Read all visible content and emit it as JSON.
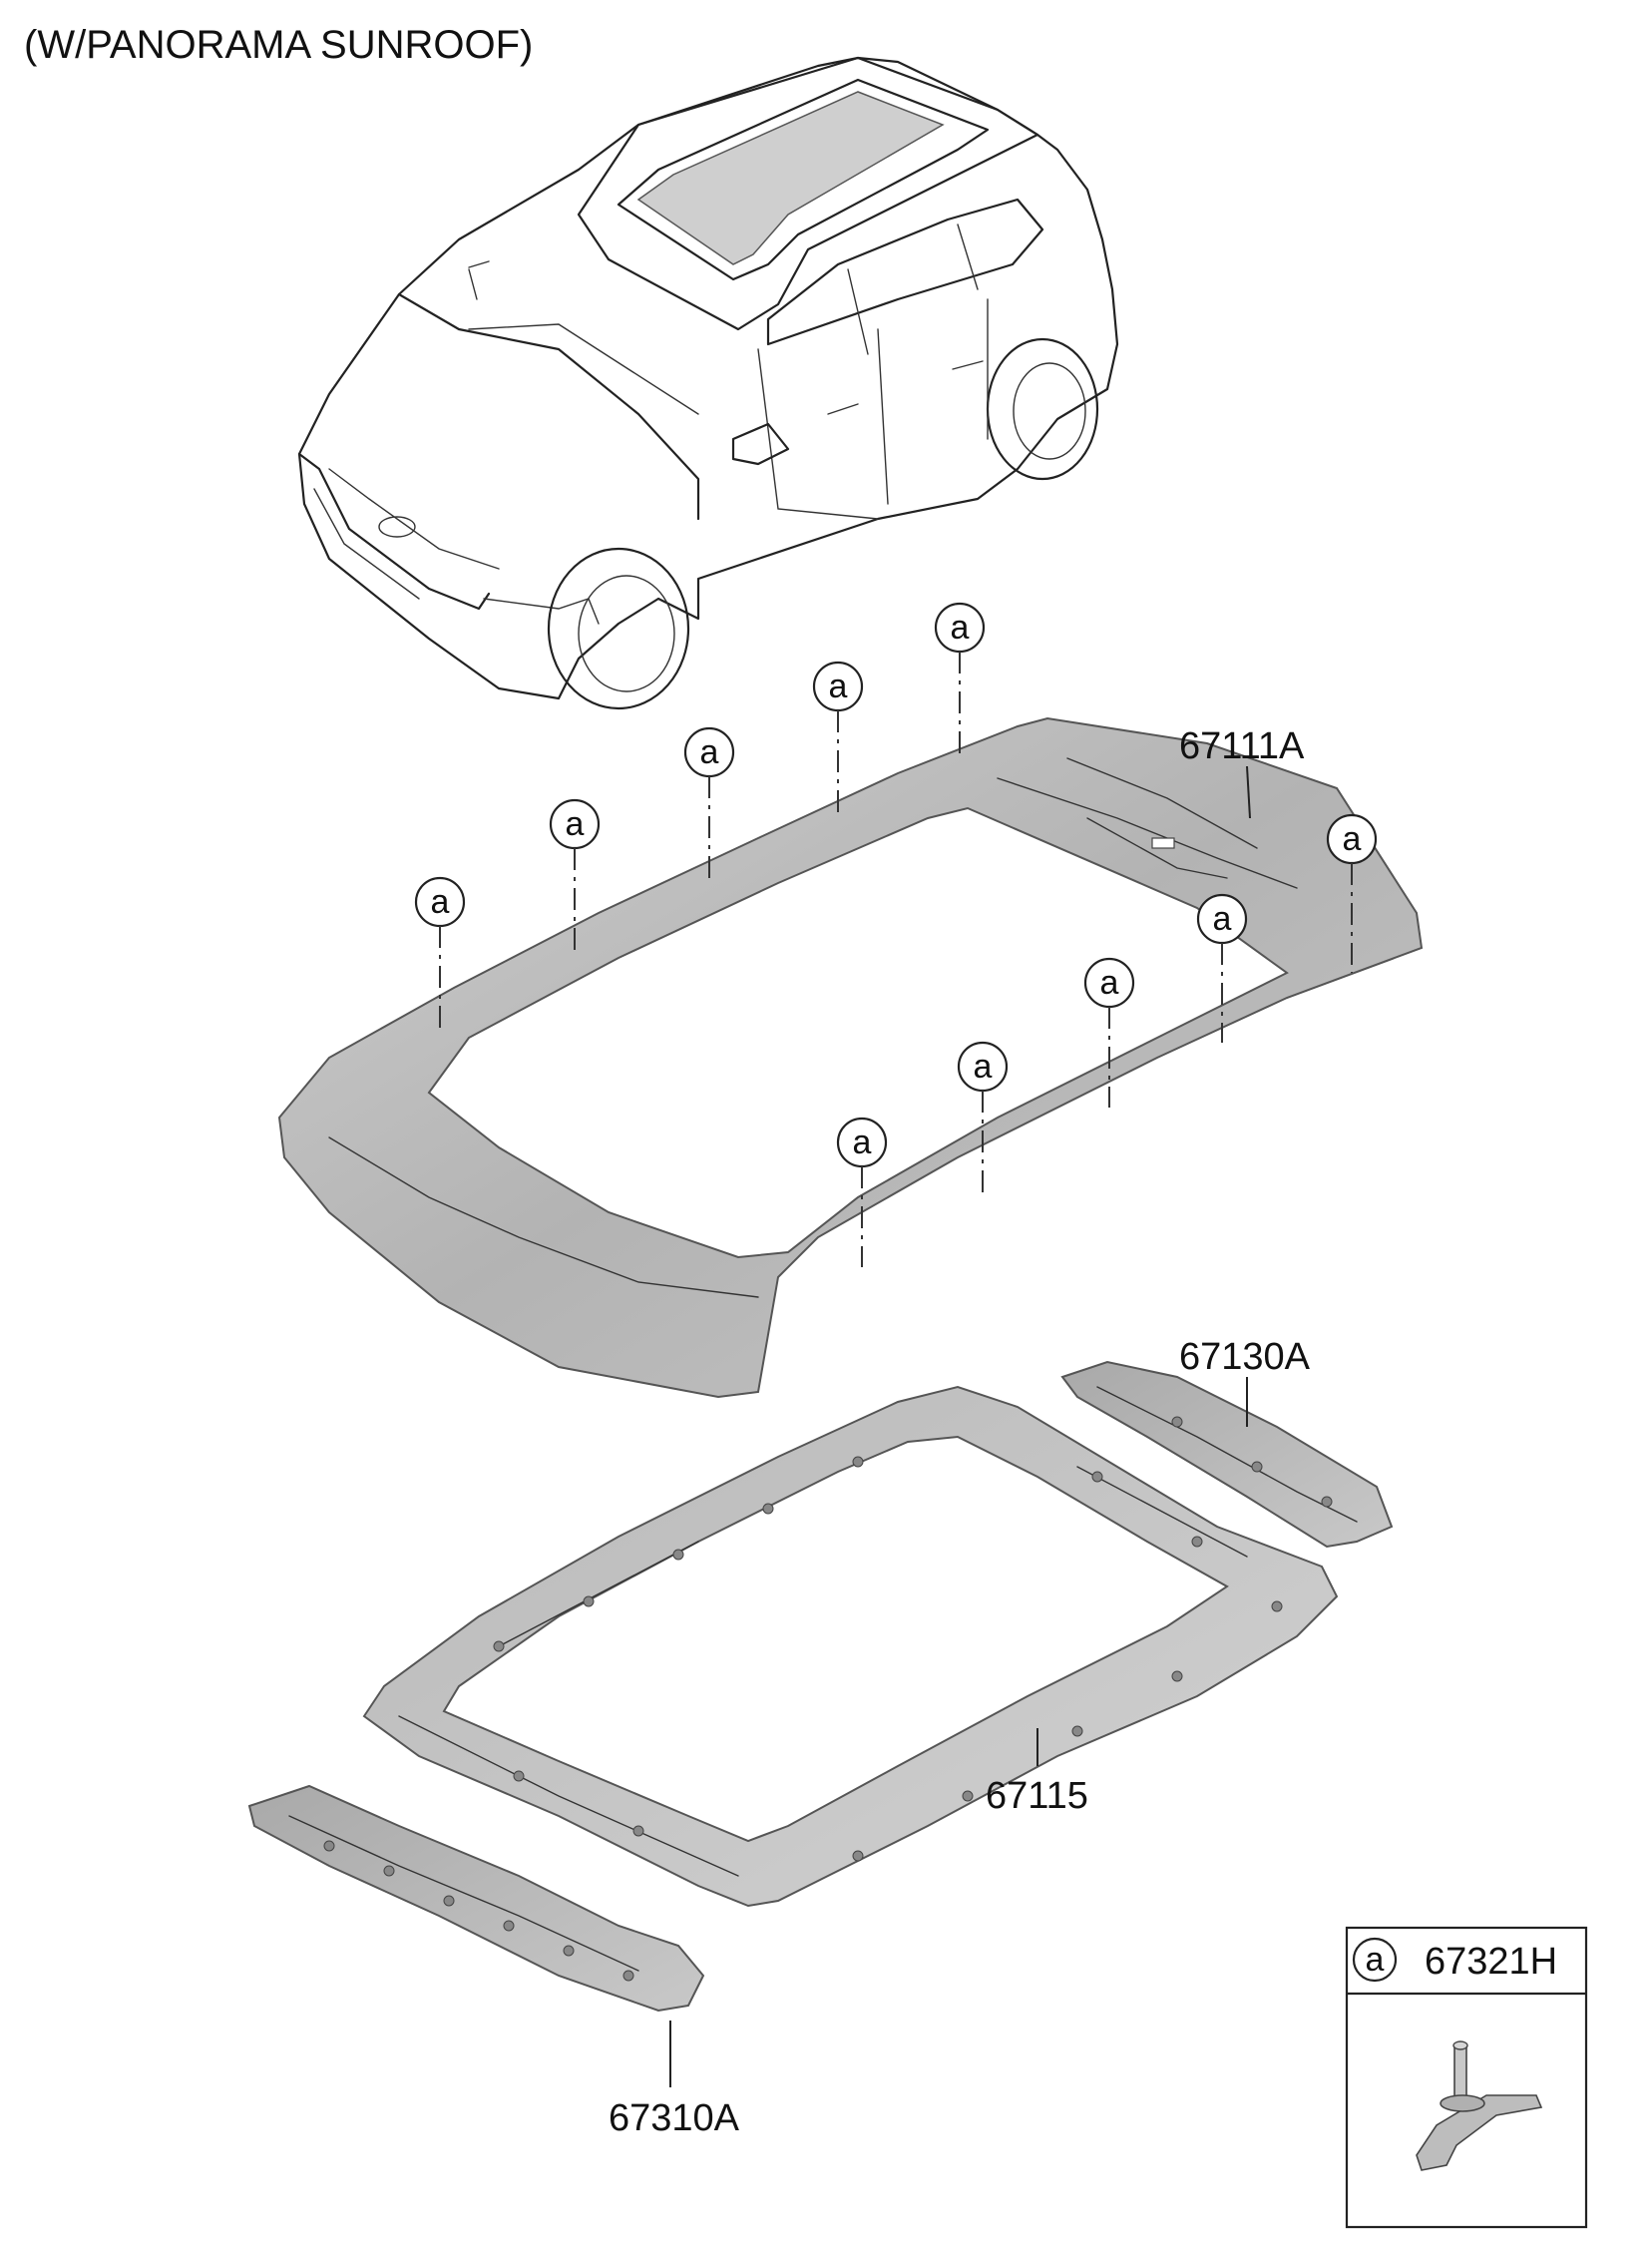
{
  "title": "(W/PANORAMA SUNROOF)",
  "parts": {
    "roof_panel": "67111A",
    "front_rail": "67130A",
    "sunroof_frame": "67115",
    "rear_rail": "67310A"
  },
  "marker_letter": "a",
  "legend": {
    "marker": "a",
    "part_number": "67321H"
  },
  "colors": {
    "line": "#222222",
    "panel_fill": "#bdbdbd",
    "panel_fill_dark": "#9e9e9e",
    "panel_fill_light": "#d6d6d6"
  }
}
